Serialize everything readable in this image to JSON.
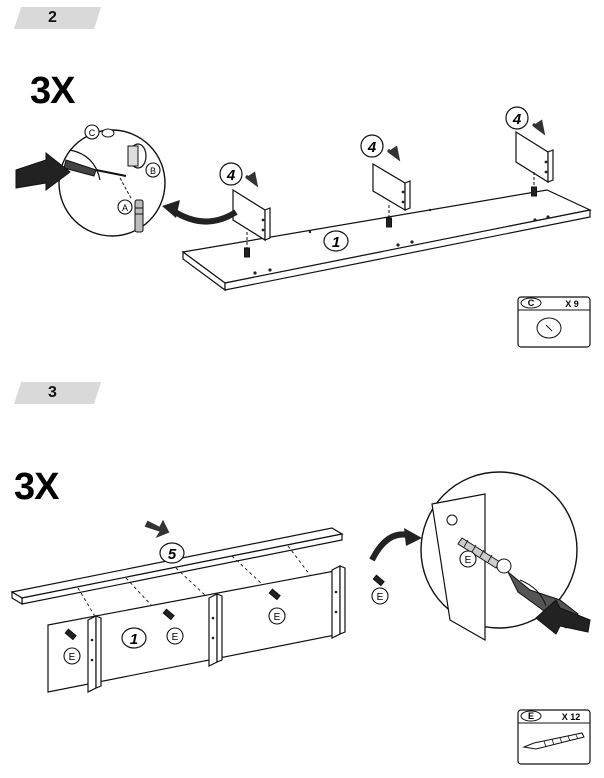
{
  "step2": {
    "number": "2",
    "multiplier": "3X",
    "panel_label": "1",
    "bracket_label": "4",
    "hardware_labels": {
      "a": "A",
      "b": "B",
      "c": "C"
    },
    "parts_box": {
      "letter": "C",
      "qty": "X 9"
    }
  },
  "step3": {
    "number": "3",
    "multiplier": "3X",
    "top_panel_label": "5",
    "panel_label": "1",
    "screw_label": "E",
    "parts_box": {
      "letter": "E",
      "qty": "X 12"
    }
  }
}
